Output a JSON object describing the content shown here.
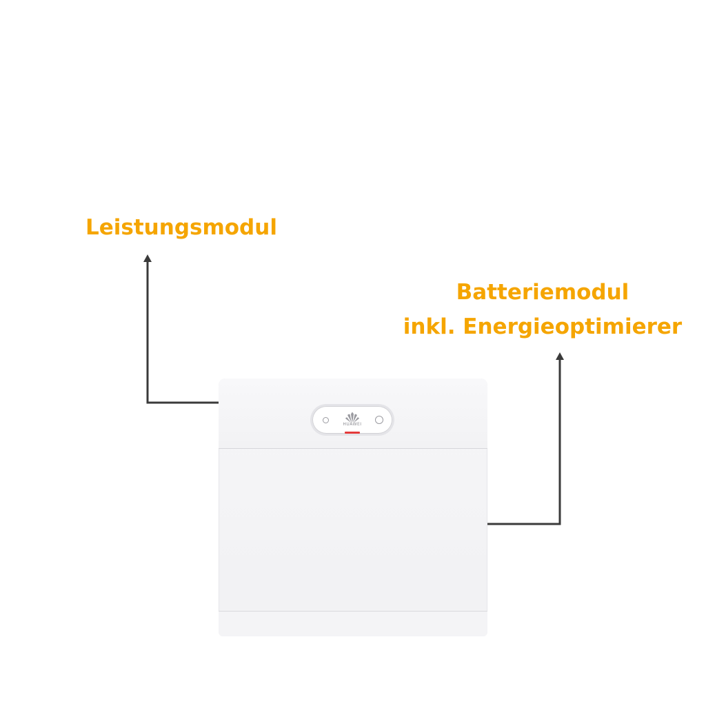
{
  "labels": {
    "power_module": "Leistungsmodul",
    "battery_module_line1": "Batteriemodul",
    "battery_module_line2": "inkl. Energieoptimierer"
  },
  "device": {
    "brand": "HUAWEI"
  },
  "colors": {
    "label": "#f5a500",
    "connector": "#3a3a3a",
    "indicator": "#e43a3a"
  }
}
